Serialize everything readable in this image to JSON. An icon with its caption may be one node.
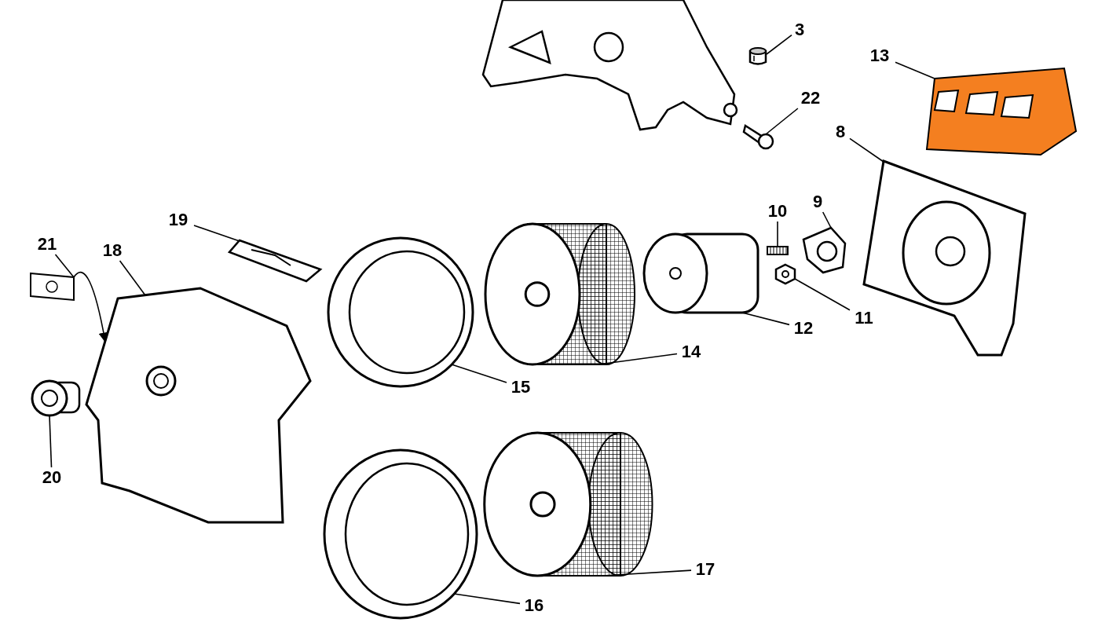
{
  "diagram": {
    "nodes": [
      {
        "text": [
          "3"
        ]
      },
      {
        "text": [],
        "shape": "picture"
      },
      {
        "text": [
          "13"
        ]
      },
      {
        "text": [],
        "shape": "picture"
      },
      {
        "text": [
          "22"
        ]
      },
      {
        "text": [],
        "shape": "picture"
      },
      {
        "text": [
          "8"
        ]
      },
      {
        "text": [],
        "shape": "picture"
      },
      {
        "text": [
          "10"
        ]
      },
      {
        "text": [],
        "shape": "picture"
      },
      {
        "text": [
          "9"
        ]
      },
      {
        "text": [],
        "shape": "picture"
      },
      {
        "text": [
          "19"
        ]
      },
      {
        "text": [],
        "shape": "picture"
      },
      {
        "text": [
          "21"
        ]
      },
      {
        "text": [],
        "shape": "picture"
      },
      {
        "text": [
          "18"
        ]
      },
      {
        "text": [],
        "shape": "picture"
      },
      {
        "text": [
          "11"
        ]
      },
      {
        "text": [],
        "shape": "picture"
      },
      {
        "text": [
          "12"
        ]
      },
      {
        "text": [],
        "shape": "picture"
      },
      {
        "text": [
          "14"
        ]
      },
      {
        "text": [],
        "shape": "picture"
      },
      {
        "text": [
          "15"
        ]
      },
      {
        "text": [],
        "shape": "picture"
      },
      {
        "text": [
          "20"
        ]
      },
      {
        "text": [],
        "shape": "picture"
      },
      {
        "text": [
          "16"
        ]
      },
      {
        "text": [],
        "shape": "picture"
      },
      {
        "text": [
          "17"
        ]
      },
      {
        "text": [],
        "shape": "picture"
      }
    ],
    "edges": [
      {
        "from": 0,
        "to": 1,
        "arrow": "none"
      },
      {
        "from": 2,
        "to": 3,
        "arrow": "none"
      },
      {
        "from": 4,
        "to": 5,
        "arrow": "none"
      },
      {
        "from": 6,
        "to": 7,
        "arrow": "none"
      },
      {
        "from": 8,
        "to": 9,
        "arrow": "none"
      },
      {
        "from": 10,
        "to": 11,
        "arrow": "none"
      },
      {
        "from": 12,
        "to": 13,
        "arrow": "none"
      },
      {
        "from": 14,
        "to": 15,
        "arrow": "none"
      },
      {
        "from": 16,
        "to": 17,
        "arrow": "none"
      },
      {
        "from": 18,
        "to": 19,
        "arrow": "none"
      },
      {
        "from": 20,
        "to": 21,
        "arrow": "none"
      },
      {
        "from": 22,
        "to": 23,
        "arrow": "none"
      },
      {
        "from": 24,
        "to": 25,
        "arrow": "none"
      },
      {
        "from": 26,
        "to": 27,
        "arrow": "none"
      },
      {
        "from": 28,
        "to": 29,
        "arrow": "none"
      },
      {
        "from": 30,
        "to": 31,
        "arrow": "none"
      },
      {
        "from": 15,
        "to": 17,
        "arrow": "to"
      }
    ]
  }
}
